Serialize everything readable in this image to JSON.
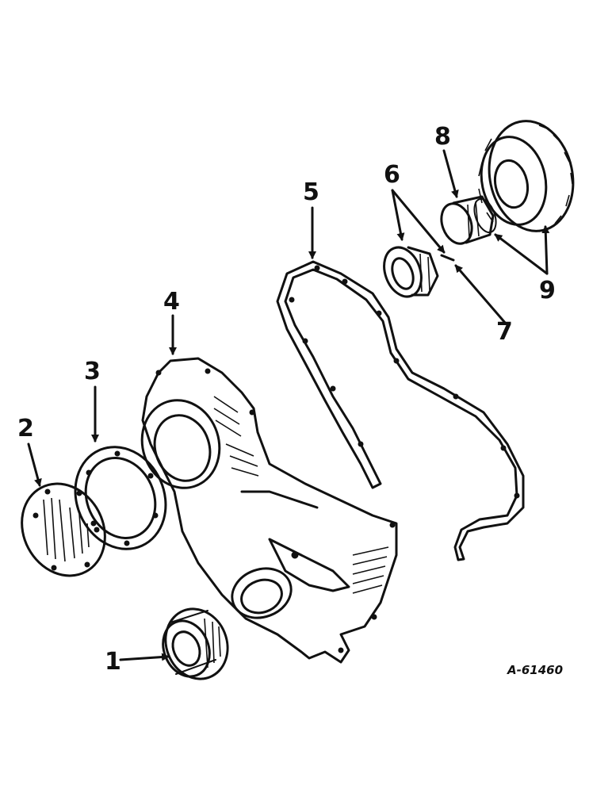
{
  "diagram": {
    "callouts": [
      {
        "id": "1",
        "label": "1"
      },
      {
        "id": "2",
        "label": "2"
      },
      {
        "id": "3",
        "label": "3"
      },
      {
        "id": "4",
        "label": "4"
      },
      {
        "id": "5",
        "label": "5"
      },
      {
        "id": "6",
        "label": "6"
      },
      {
        "id": "7",
        "label": "7"
      },
      {
        "id": "8",
        "label": "8"
      },
      {
        "id": "9",
        "label": "9"
      }
    ],
    "drawing_number": "A-61460"
  }
}
